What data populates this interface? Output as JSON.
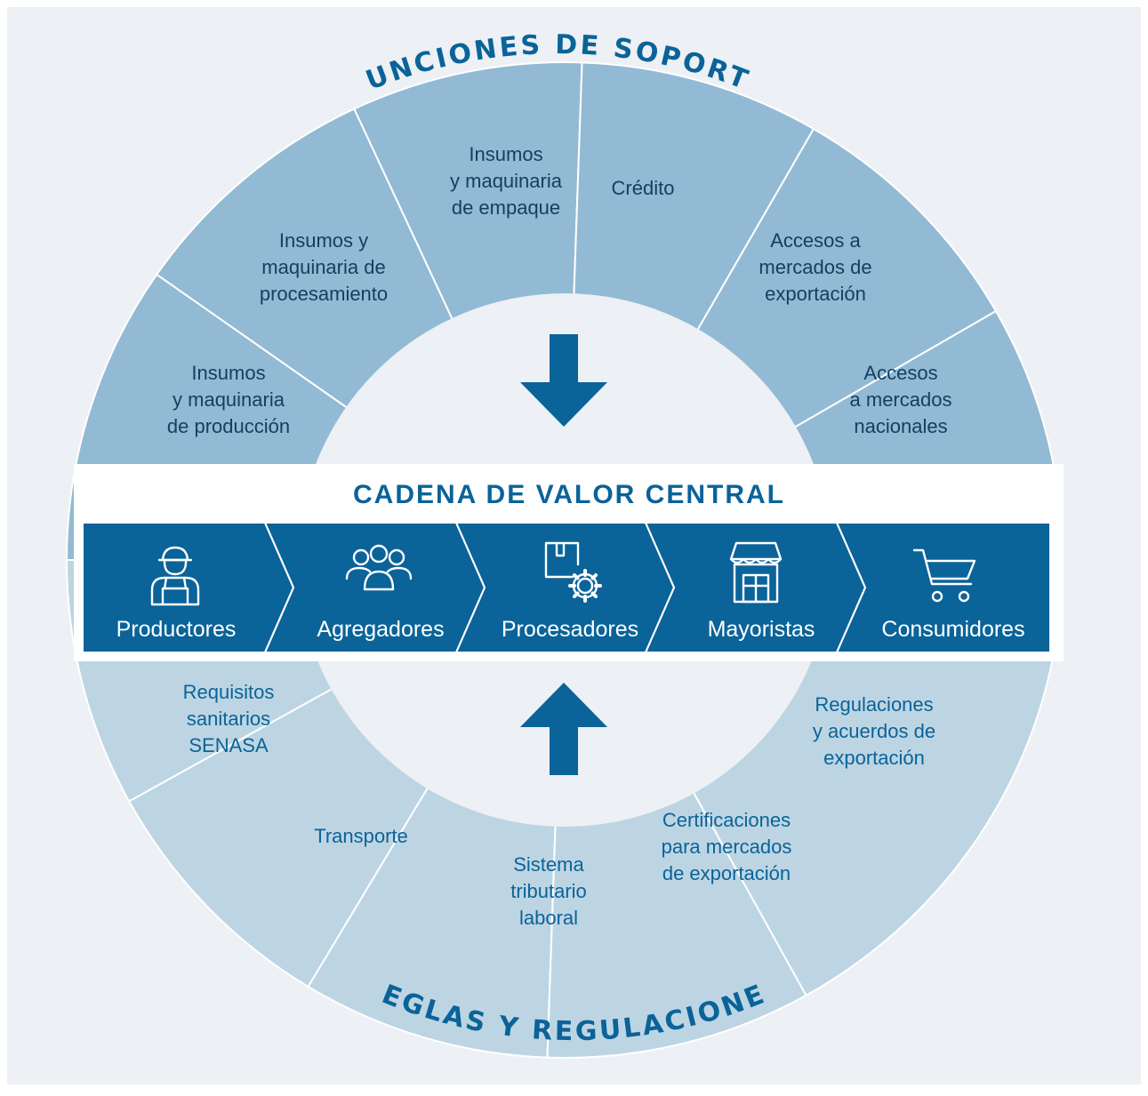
{
  "colors": {
    "page_bg": "#ffffff",
    "panel_bg": "#edf0f4",
    "top_ring": "#93bad4",
    "bottom_ring": "#bdd5e3",
    "primary_blue": "#0a6399",
    "dark_text": "#14405f",
    "white": "#ffffff"
  },
  "top_title": "FUNCIONES DE SOPORTE",
  "bottom_title": "REGLAS Y REGULACIONES",
  "central_title": "CADENA DE VALOR CENTRAL",
  "support_functions": [
    {
      "lines": [
        "Insumos",
        "y maquinaria",
        "de producción"
      ]
    },
    {
      "lines": [
        "Insumos y",
        "maquinaria de",
        "procesamiento"
      ]
    },
    {
      "lines": [
        "Insumos",
        "y maquinaria",
        "de empaque"
      ]
    },
    {
      "lines": [
        "Crédito"
      ]
    },
    {
      "lines": [
        "Accesos a",
        "mercados de",
        "exportación"
      ]
    },
    {
      "lines": [
        "Accesos",
        "a mercados",
        "nacionales"
      ]
    }
  ],
  "regulations": [
    {
      "lines": [
        "Requisitos",
        "sanitarios",
        "SENASA"
      ]
    },
    {
      "lines": [
        "Transporte"
      ]
    },
    {
      "lines": [
        "Sistema",
        "tributario",
        "laboral"
      ]
    },
    {
      "lines": [
        "Certificaciones",
        "para mercados",
        "de exportación"
      ]
    },
    {
      "lines": [
        "Regulaciones",
        "y acuerdos de",
        "exportación"
      ]
    }
  ],
  "value_chain": [
    {
      "label": "Productores",
      "icon": "farmer-icon"
    },
    {
      "label": "Agregadores",
      "icon": "group-icon"
    },
    {
      "label": "Procesadores",
      "icon": "box-gear-icon"
    },
    {
      "label": "Mayoristas",
      "icon": "store-icon"
    },
    {
      "label": "Consumidores",
      "icon": "cart-icon"
    }
  ]
}
